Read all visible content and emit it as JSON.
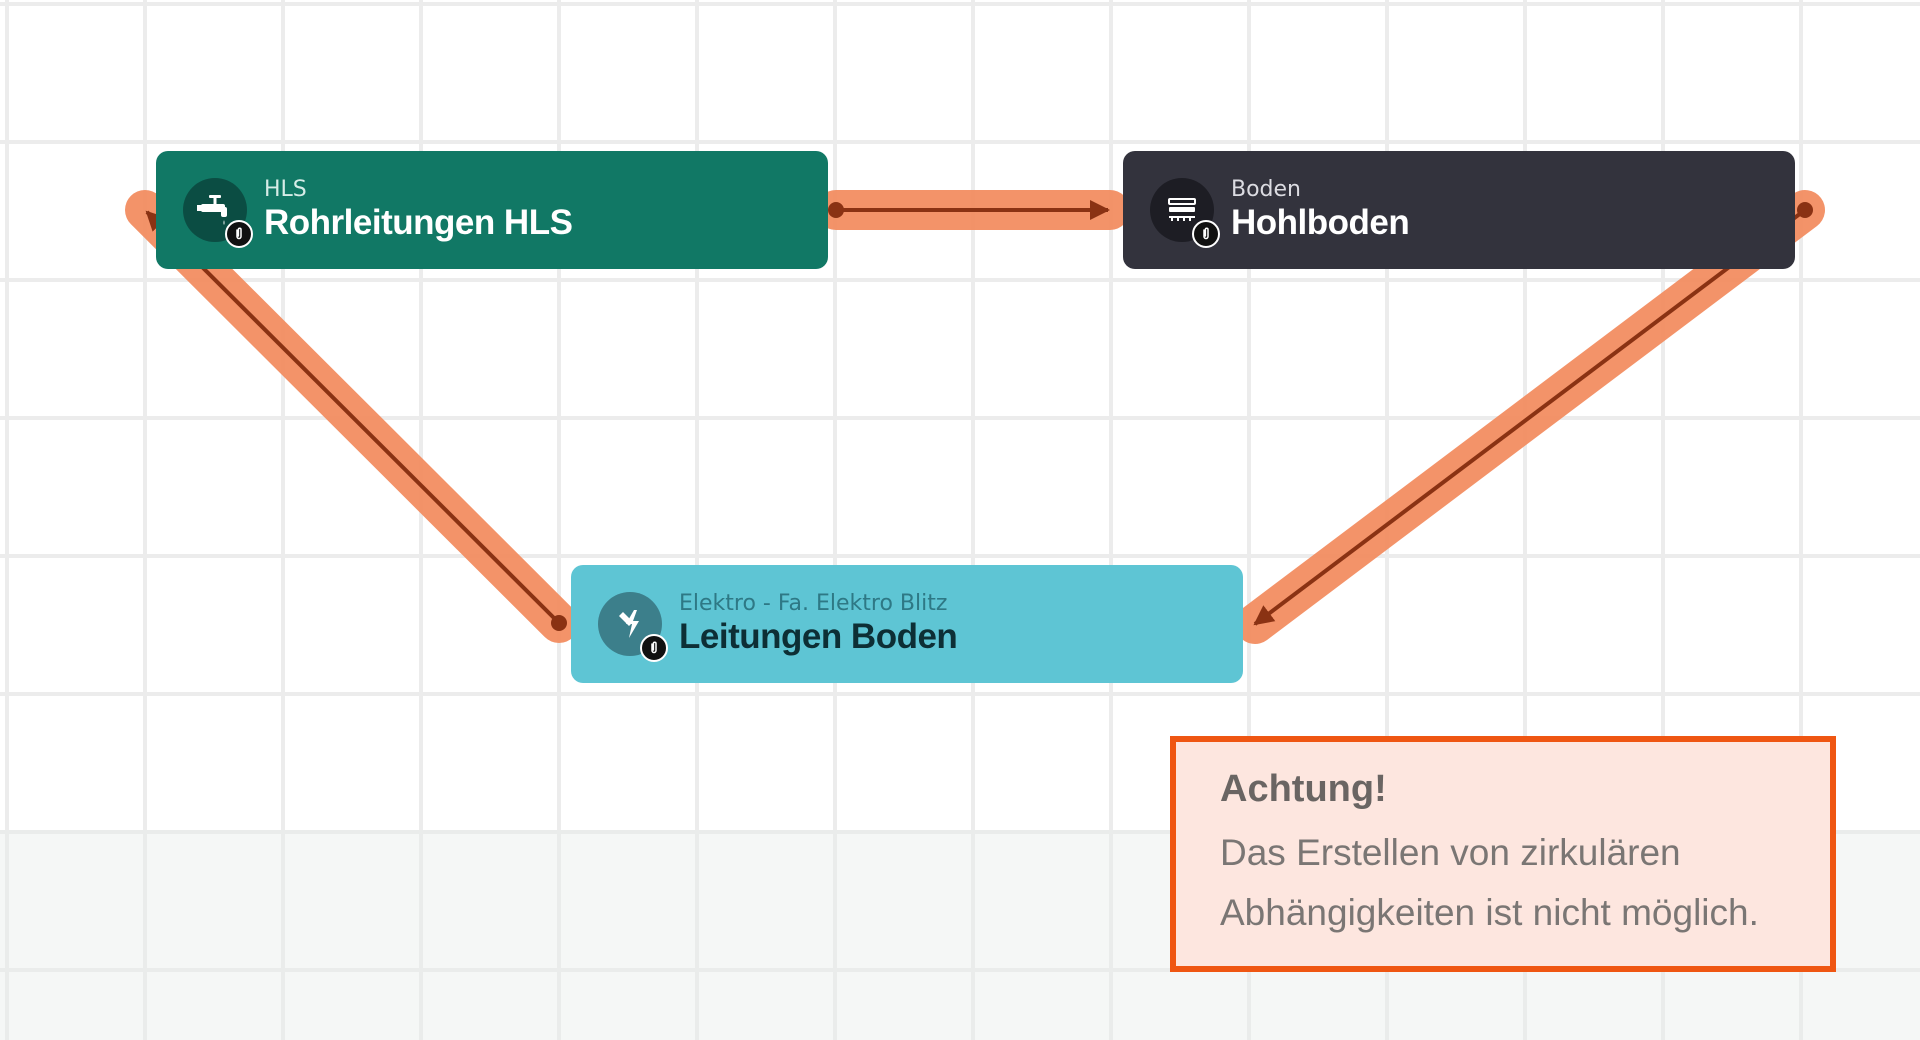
{
  "colors": {
    "edge_highlight": "#f28a5c",
    "edge_line": "#8a3213",
    "alert_border": "#ef5612",
    "alert_bg": "#fde6df",
    "hls_node": "#117865",
    "boden_node": "#33333d",
    "elektro_node": "#5ec5d4"
  },
  "nodes": {
    "hls": {
      "category": "HLS",
      "title": "Rohrleitungen HLS",
      "icon": "faucet-icon",
      "badge_icon": "paperclip-icon"
    },
    "boden": {
      "category": "Boden",
      "title": "Hohlboden",
      "icon": "floor-layers-icon",
      "badge_icon": "paperclip-icon"
    },
    "elektro": {
      "category": "Elektro - Fa. Elektro Blitz",
      "title": "Leitungen Boden",
      "icon": "electric-plug-icon",
      "badge_icon": "paperclip-icon"
    }
  },
  "edges": [
    {
      "from": "hls",
      "to": "boden",
      "highlighted": true
    },
    {
      "from": "boden",
      "to": "elektro",
      "highlighted": true
    },
    {
      "from": "elektro",
      "to": "hls",
      "highlighted": true
    }
  ],
  "alert": {
    "title": "Achtung!",
    "message_line1": "Das Erstellen von zirkulären",
    "message_line2": "Abhängigkeiten ist nicht möglich."
  }
}
